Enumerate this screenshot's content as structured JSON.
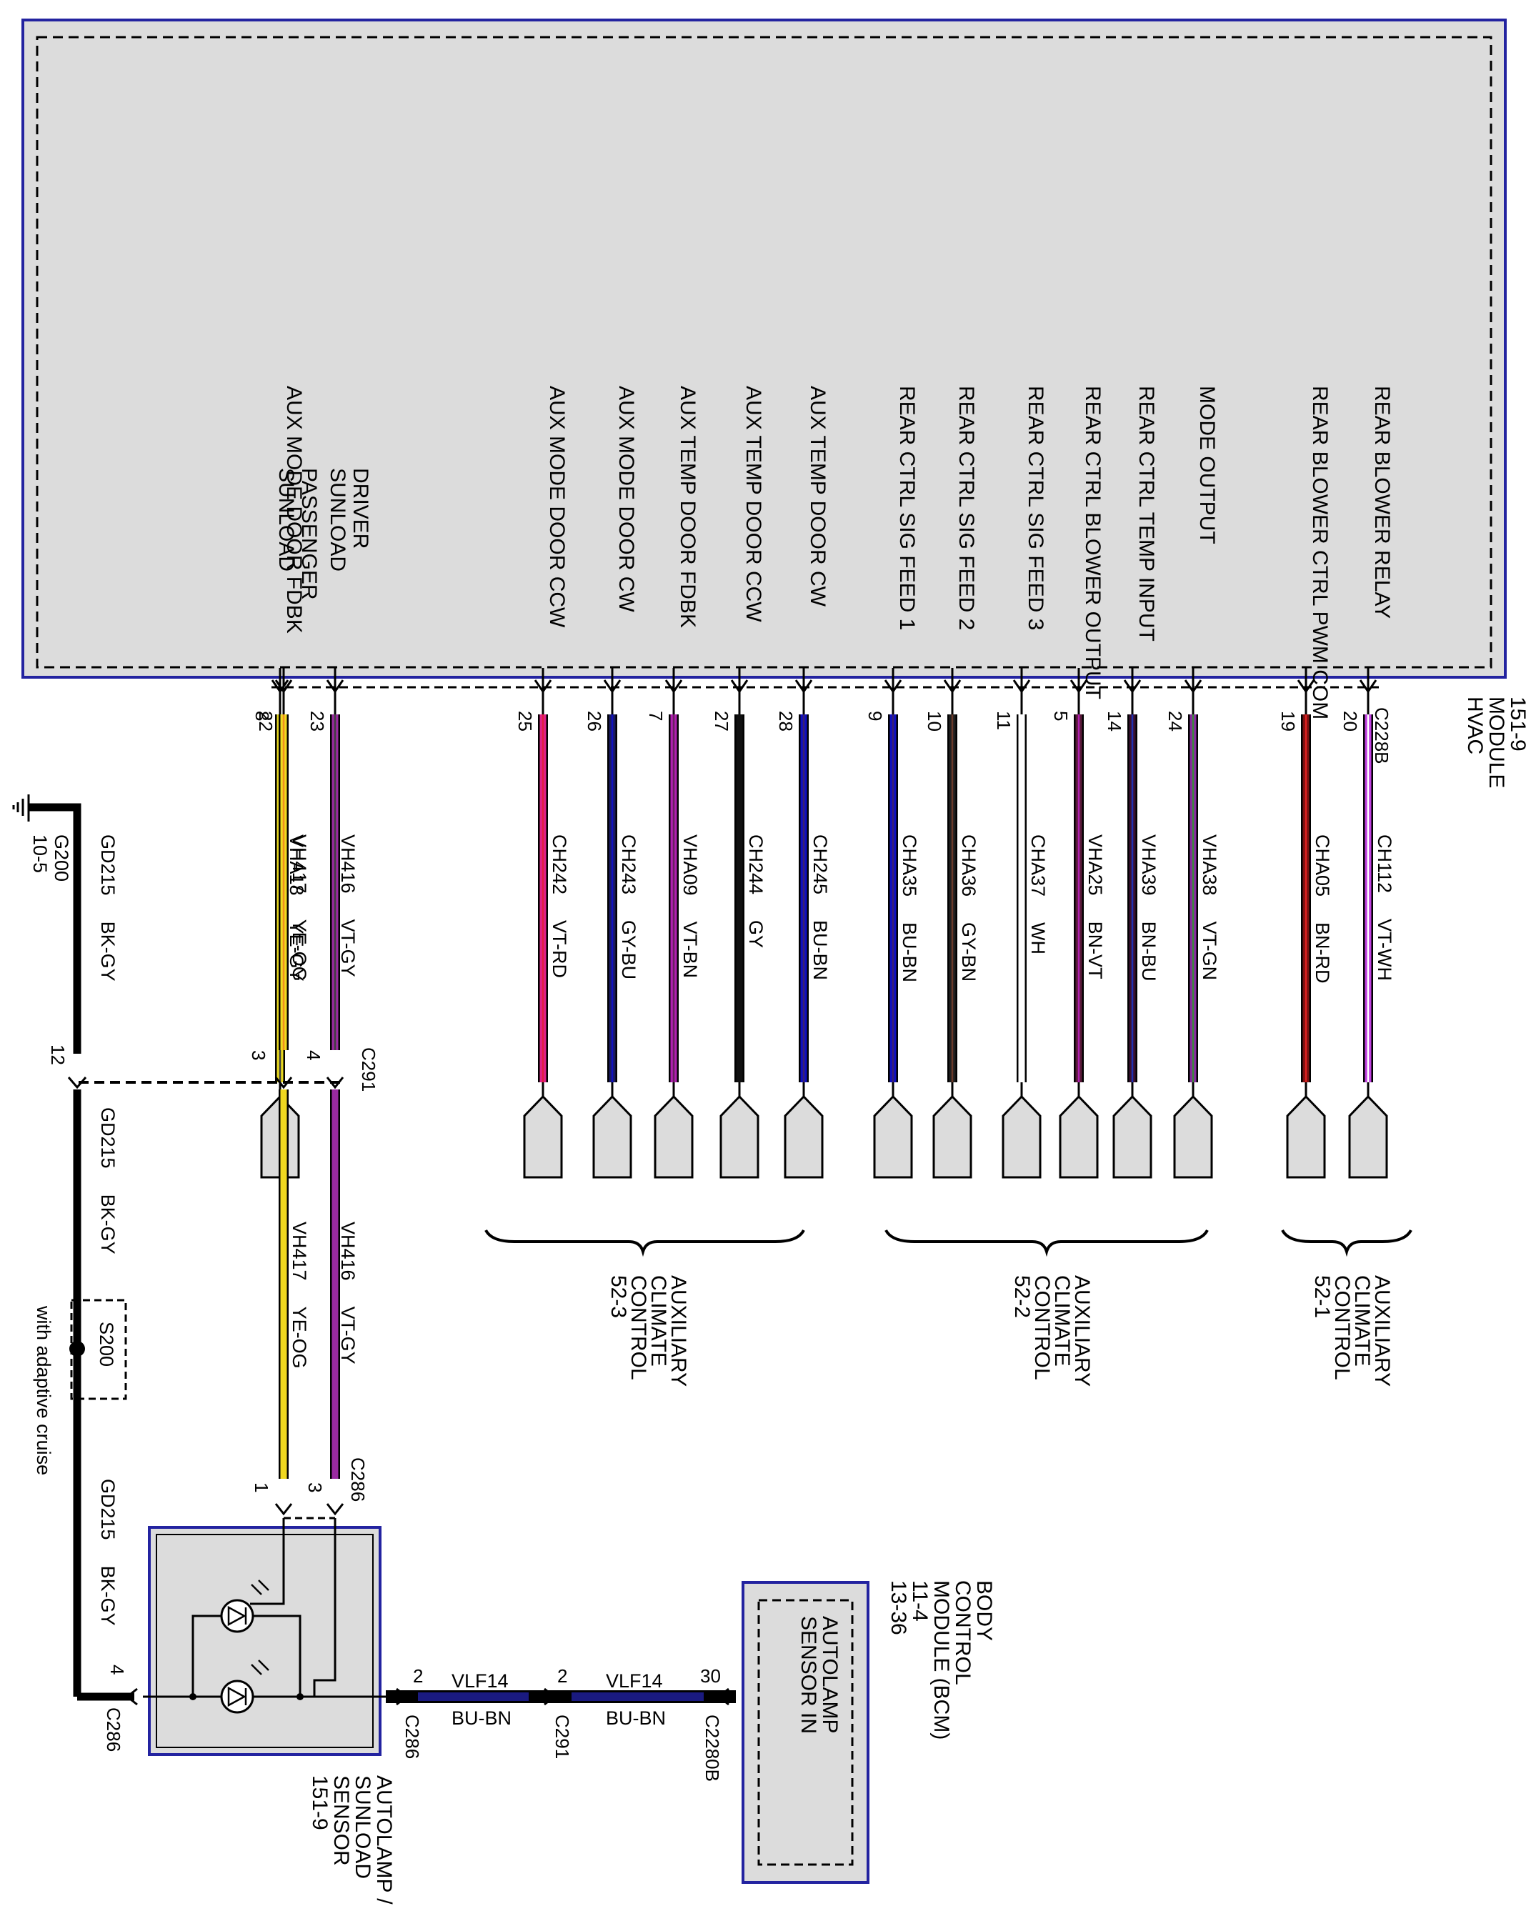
{
  "hvac_module": {
    "title_lines": [
      "HVAC",
      "MODULE",
      "151-9"
    ],
    "connector": "C228B",
    "signals": [
      {
        "label": "REAR BLOWER RELAY",
        "pin": "20",
        "circuit": "CH112",
        "color_code": "VT-WH",
        "color": "#c040e0",
        "stripe": "#ffffff"
      },
      {
        "label": "REAR BLOWER CTRL PWM COM",
        "pin": "19",
        "circuit": "CHA05",
        "color_code": "BN-RD",
        "color": "#7a1010",
        "stripe": "#e02020"
      },
      {
        "label": "MODE OUTPUT",
        "pin": "24",
        "circuit": "VHA38",
        "color_code": "VT-GN",
        "color": "#8a2aa0",
        "stripe": "#3a8a3a"
      },
      {
        "label": "REAR CTRL TEMP INPUT",
        "pin": "14",
        "circuit": "VHA39",
        "color_code": "BN-BU",
        "color": "#3a1030",
        "stripe": "#2030b0"
      },
      {
        "label": "REAR CTRL BLOWER OUTPUT",
        "pin": "5",
        "circuit": "VHA25",
        "color_code": "BN-VT",
        "color": "#5a1a3a",
        "stripe": "#b020b0"
      },
      {
        "label": "REAR CTRL SIG FEED 3",
        "pin": "11",
        "circuit": "CHA37",
        "color_code": "WH",
        "color": "#ffffff",
        "stripe": "#ffffff"
      },
      {
        "label": "REAR CTRL SIG FEED 2",
        "pin": "10",
        "circuit": "CHA36",
        "color_code": "GY-BN",
        "color": "#202020",
        "stripe": "#6a3a2a"
      },
      {
        "label": "REAR CTRL SIG FEED 1",
        "pin": "9",
        "circuit": "CHA35",
        "color_code": "BU-BN",
        "color": "#1010c0",
        "stripe": "#3a2070"
      },
      {
        "label": "AUX TEMP DOOR CW",
        "pin": "28",
        "circuit": "CH245",
        "color_code": "BU-BN",
        "color": "#1010c0",
        "stripe": "#3a2070"
      },
      {
        "label": "AUX TEMP DOOR CCW",
        "pin": "27",
        "circuit": "CH244",
        "color_code": "GY",
        "color": "#101010",
        "stripe": "#101010"
      },
      {
        "label": "AUX TEMP DOOR FDBK",
        "pin": "7",
        "circuit": "VHA09",
        "color_code": "VT-BN",
        "color": "#b020b0",
        "stripe": "#6a2060"
      },
      {
        "label": "AUX MODE DOOR CW",
        "pin": "26",
        "circuit": "CH243",
        "color_code": "GY-BU",
        "color": "#1a1a60",
        "stripe": "#1010c0"
      },
      {
        "label": "AUX MODE DOOR CCW",
        "pin": "25",
        "circuit": "CH242",
        "color_code": "VT-RD",
        "color": "#e0208a",
        "stripe": "#e02040"
      },
      {
        "label": "AUX MODE DOOR FDBK",
        "pin": "8",
        "circuit": "VHA18",
        "color_code": "YE-GY",
        "color": "#e8d820",
        "stripe": "#404040"
      },
      {
        "label": "DRIVER SUNLOAD",
        "label_lines": [
          "DRIVER",
          "SUNLOAD"
        ],
        "pin": "23",
        "circuit": "VH416",
        "color_code": "VT-GY",
        "color": "#9a2aa0",
        "stripe": "#404040"
      },
      {
        "label": "PASSENGER SUNLOAD",
        "label_lines": [
          "PASSENGER",
          "SUNLOAD"
        ],
        "pin": "22",
        "circuit": "VH417",
        "color_code": "YE-OG",
        "color": "#f0d820",
        "stripe": "#f09020"
      }
    ]
  },
  "aux_groups": [
    {
      "lines": [
        "AUXILIARY",
        "CLIMATE",
        "CONTROL",
        "52-1"
      ]
    },
    {
      "lines": [
        "AUXILIARY",
        "CLIMATE",
        "CONTROL",
        "52-2"
      ]
    },
    {
      "lines": [
        "AUXILIARY",
        "CLIMATE",
        "CONTROL",
        "52-3"
      ]
    }
  ],
  "c291": {
    "name": "C291",
    "pin_vh416": "4",
    "pin_vh417": "3",
    "pin_gd215": "12",
    "pin_vlf14": "2"
  },
  "c286": {
    "name": "C286",
    "pin_vh416": "3",
    "pin_vh417": "1",
    "pin_gd215": "4",
    "pin_vlf14": "2"
  },
  "ground": {
    "circuit": "GD215",
    "color_code": "BK-GY",
    "ground_name": "G200",
    "ground_ref": "10-5",
    "splice": "S200",
    "splice_note": "with adaptive cruise"
  },
  "sensor": {
    "lines": [
      "AUTOLAMP /",
      "SUNLOAD",
      "SENSOR",
      "151-9"
    ]
  },
  "bcm": {
    "lines": [
      "BODY",
      "CONTROL",
      "MODULE (BCM)",
      "11-4",
      "13-36"
    ],
    "inner_lines": [
      "AUTOLAMP",
      "SENSOR IN"
    ],
    "connector": "C2280B",
    "pin": "30"
  },
  "vlf14": {
    "circuit": "VLF14",
    "color_code": "BU-BN",
    "color": "#1a1a80"
  }
}
